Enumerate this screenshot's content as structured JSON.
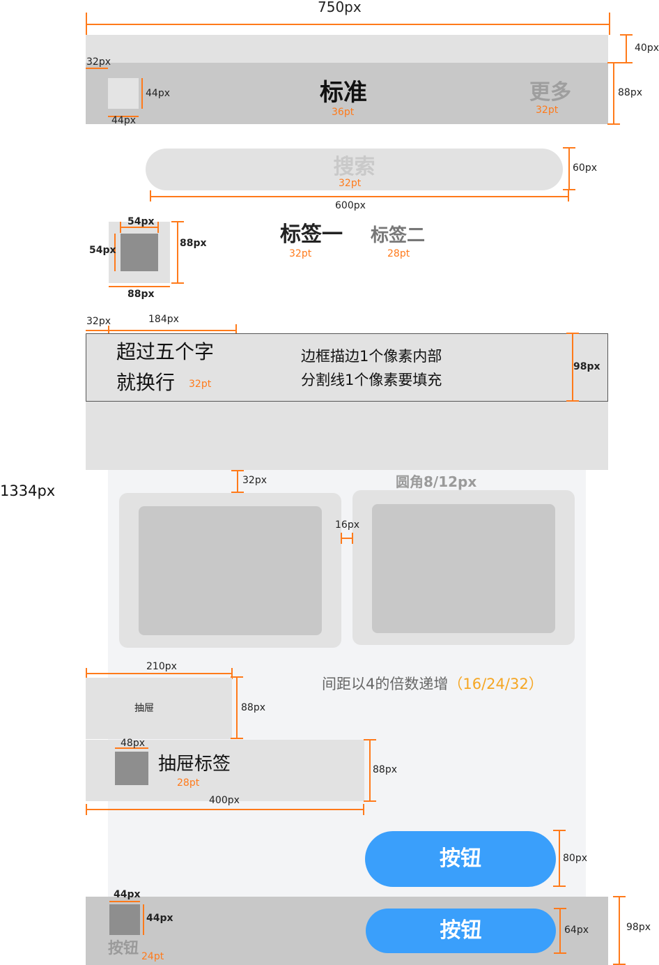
{
  "top": {
    "width_label": "750px"
  },
  "status_bar": {
    "height_label": "40px"
  },
  "nav_bar": {
    "title": "标准",
    "title_size": "36pt",
    "more": "更多",
    "more_size": "32pt",
    "height_label": "88px",
    "left_margin_label": "32px",
    "icon_w_label": "44px",
    "icon_h_label": "44px"
  },
  "search": {
    "placeholder": "搜索",
    "size": "32pt",
    "height_label": "60px",
    "width_label": "600px"
  },
  "icon_box": {
    "inner_w_label": "54px",
    "inner_h_label": "54px",
    "outer_h_label": "88px",
    "outer_w_label": "88px"
  },
  "tabs": [
    {
      "label": "标签一",
      "size": "32pt"
    },
    {
      "label": "标签二",
      "size": "28pt"
    }
  ],
  "cell": {
    "left_margin_label": "32px",
    "width_label": "184px",
    "text_line1": "超过五个字",
    "text_line2": "就换行",
    "text_size": "32pt",
    "note_line1": "边框描边1个像素内部",
    "note_line2": "分割线1个像素要填充",
    "height_label": "98px"
  },
  "screen_height_label": "1334px",
  "cards": {
    "top_gap_label": "32px",
    "gap_label": "16px",
    "radius_label": "圆角8/12px"
  },
  "spacing_note": {
    "text": "间距以4的倍数递增",
    "values": "（16/24/32）"
  },
  "drawer": {
    "label": "抽屉",
    "width_label": "210px",
    "height_label": "88px"
  },
  "drawer_tag": {
    "label": "抽屉标签",
    "size": "28pt",
    "icon_label": "48px",
    "height_label": "88px",
    "width_label": "400px"
  },
  "button_large": {
    "label": "按钮",
    "height_label": "80px"
  },
  "tab_bar": {
    "icon_w_label": "44px",
    "icon_h_label": "44px",
    "label": "按钮",
    "label_size": "24pt",
    "button_label": "按钮",
    "button_height_label": "64px",
    "height_label": "98px"
  },
  "colors": {
    "accent": "#ff7a1a",
    "button": "#3a9ffb",
    "light_gray": "#e2e2e2",
    "mid_gray": "#c8c8c8",
    "dark_gray": "#8e8e8e"
  }
}
